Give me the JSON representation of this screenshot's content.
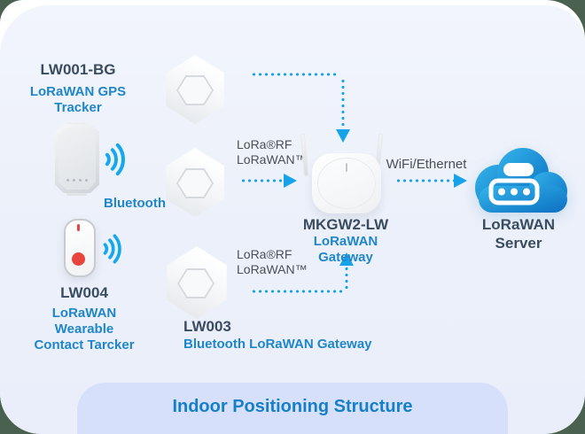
{
  "nodes": {
    "lw001": {
      "model": "LW001-BG",
      "desc1": "LoRaWAN GPS",
      "desc2": "Tracker"
    },
    "lw004": {
      "model": "LW004",
      "desc1": "LoRaWAN Wearable",
      "desc2": "Contact Tarcker"
    },
    "lw003": {
      "model": "LW003",
      "desc": "Bluetooth LoRaWAN Gateway"
    },
    "gateway": {
      "model": "MKGW2-LW",
      "desc": "LoRaWAN Gateway"
    },
    "server": {
      "name1": "LoRaWAN",
      "name2": "Server"
    }
  },
  "links": {
    "bluetooth": "Bluetooth",
    "lora_top_line1": "LoRa®RF",
    "lora_top_line2": "LoRaWAN™",
    "lora_bottom_line1": "LoRa®RF",
    "lora_bottom_line2": "LoRaWAN™",
    "wifi": "WiFi/Ethernet"
  },
  "footer": {
    "title": "Indoor Positioning Structure"
  },
  "icons": {
    "beacon": "hexagon-beacon",
    "cloud": "cloud-server",
    "waves": "signal-waves",
    "arrows": "dotted-arrow"
  },
  "colors": {
    "accent_blue": "#1f86c9",
    "arrow_blue": "#17a3ea",
    "dark_text": "#3a4c60",
    "gray_text": "#4b5055",
    "panel_bg": "#edf1fa",
    "banner_bg": "#d7e0fa",
    "backdrop": "#4a614f",
    "cloud_gradient_top": "#34b4ea",
    "cloud_gradient_bottom": "#0c70c2",
    "alert_red": "#e9453f"
  }
}
